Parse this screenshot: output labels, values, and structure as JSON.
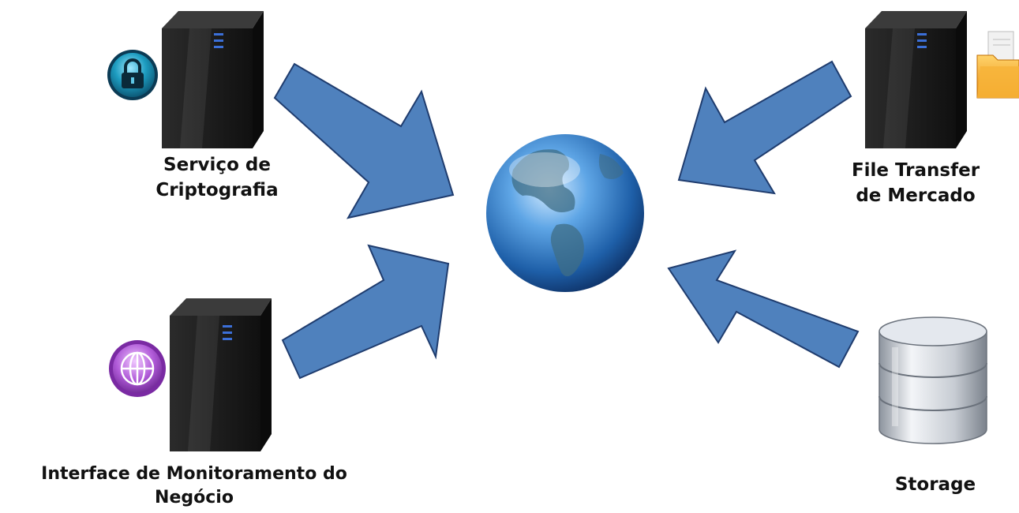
{
  "nodes": {
    "crypto": {
      "line1": "Serviço de",
      "line2": "Criptografia"
    },
    "file_transfer": {
      "line1": "File Transfer",
      "line2": "de Mercado"
    },
    "monitoring": {
      "line1": "Interface de Monitoramento do",
      "line2": "Negócio"
    },
    "storage": {
      "line1": "Storage"
    }
  },
  "icons": {
    "center": "globe-icon",
    "crypto_server": "server-tower-icon",
    "crypto_badge": "lock-icon",
    "file_server": "server-tower-icon",
    "file_badge": "folder-icon",
    "monitor_server": "server-tower-icon",
    "monitor_badge": "web-globe-icon",
    "storage": "database-icon"
  },
  "colors": {
    "arrow_fill": "#4f81bd",
    "arrow_stroke": "#1f3c6e",
    "server_body": "#1c1c1c",
    "globe_blue": "#2a6db6",
    "lock_teal": "#1d9cc0",
    "web_purple": "#b05ad8",
    "folder_orange": "#f4a51c",
    "db_silver": "#c7ccd3"
  }
}
